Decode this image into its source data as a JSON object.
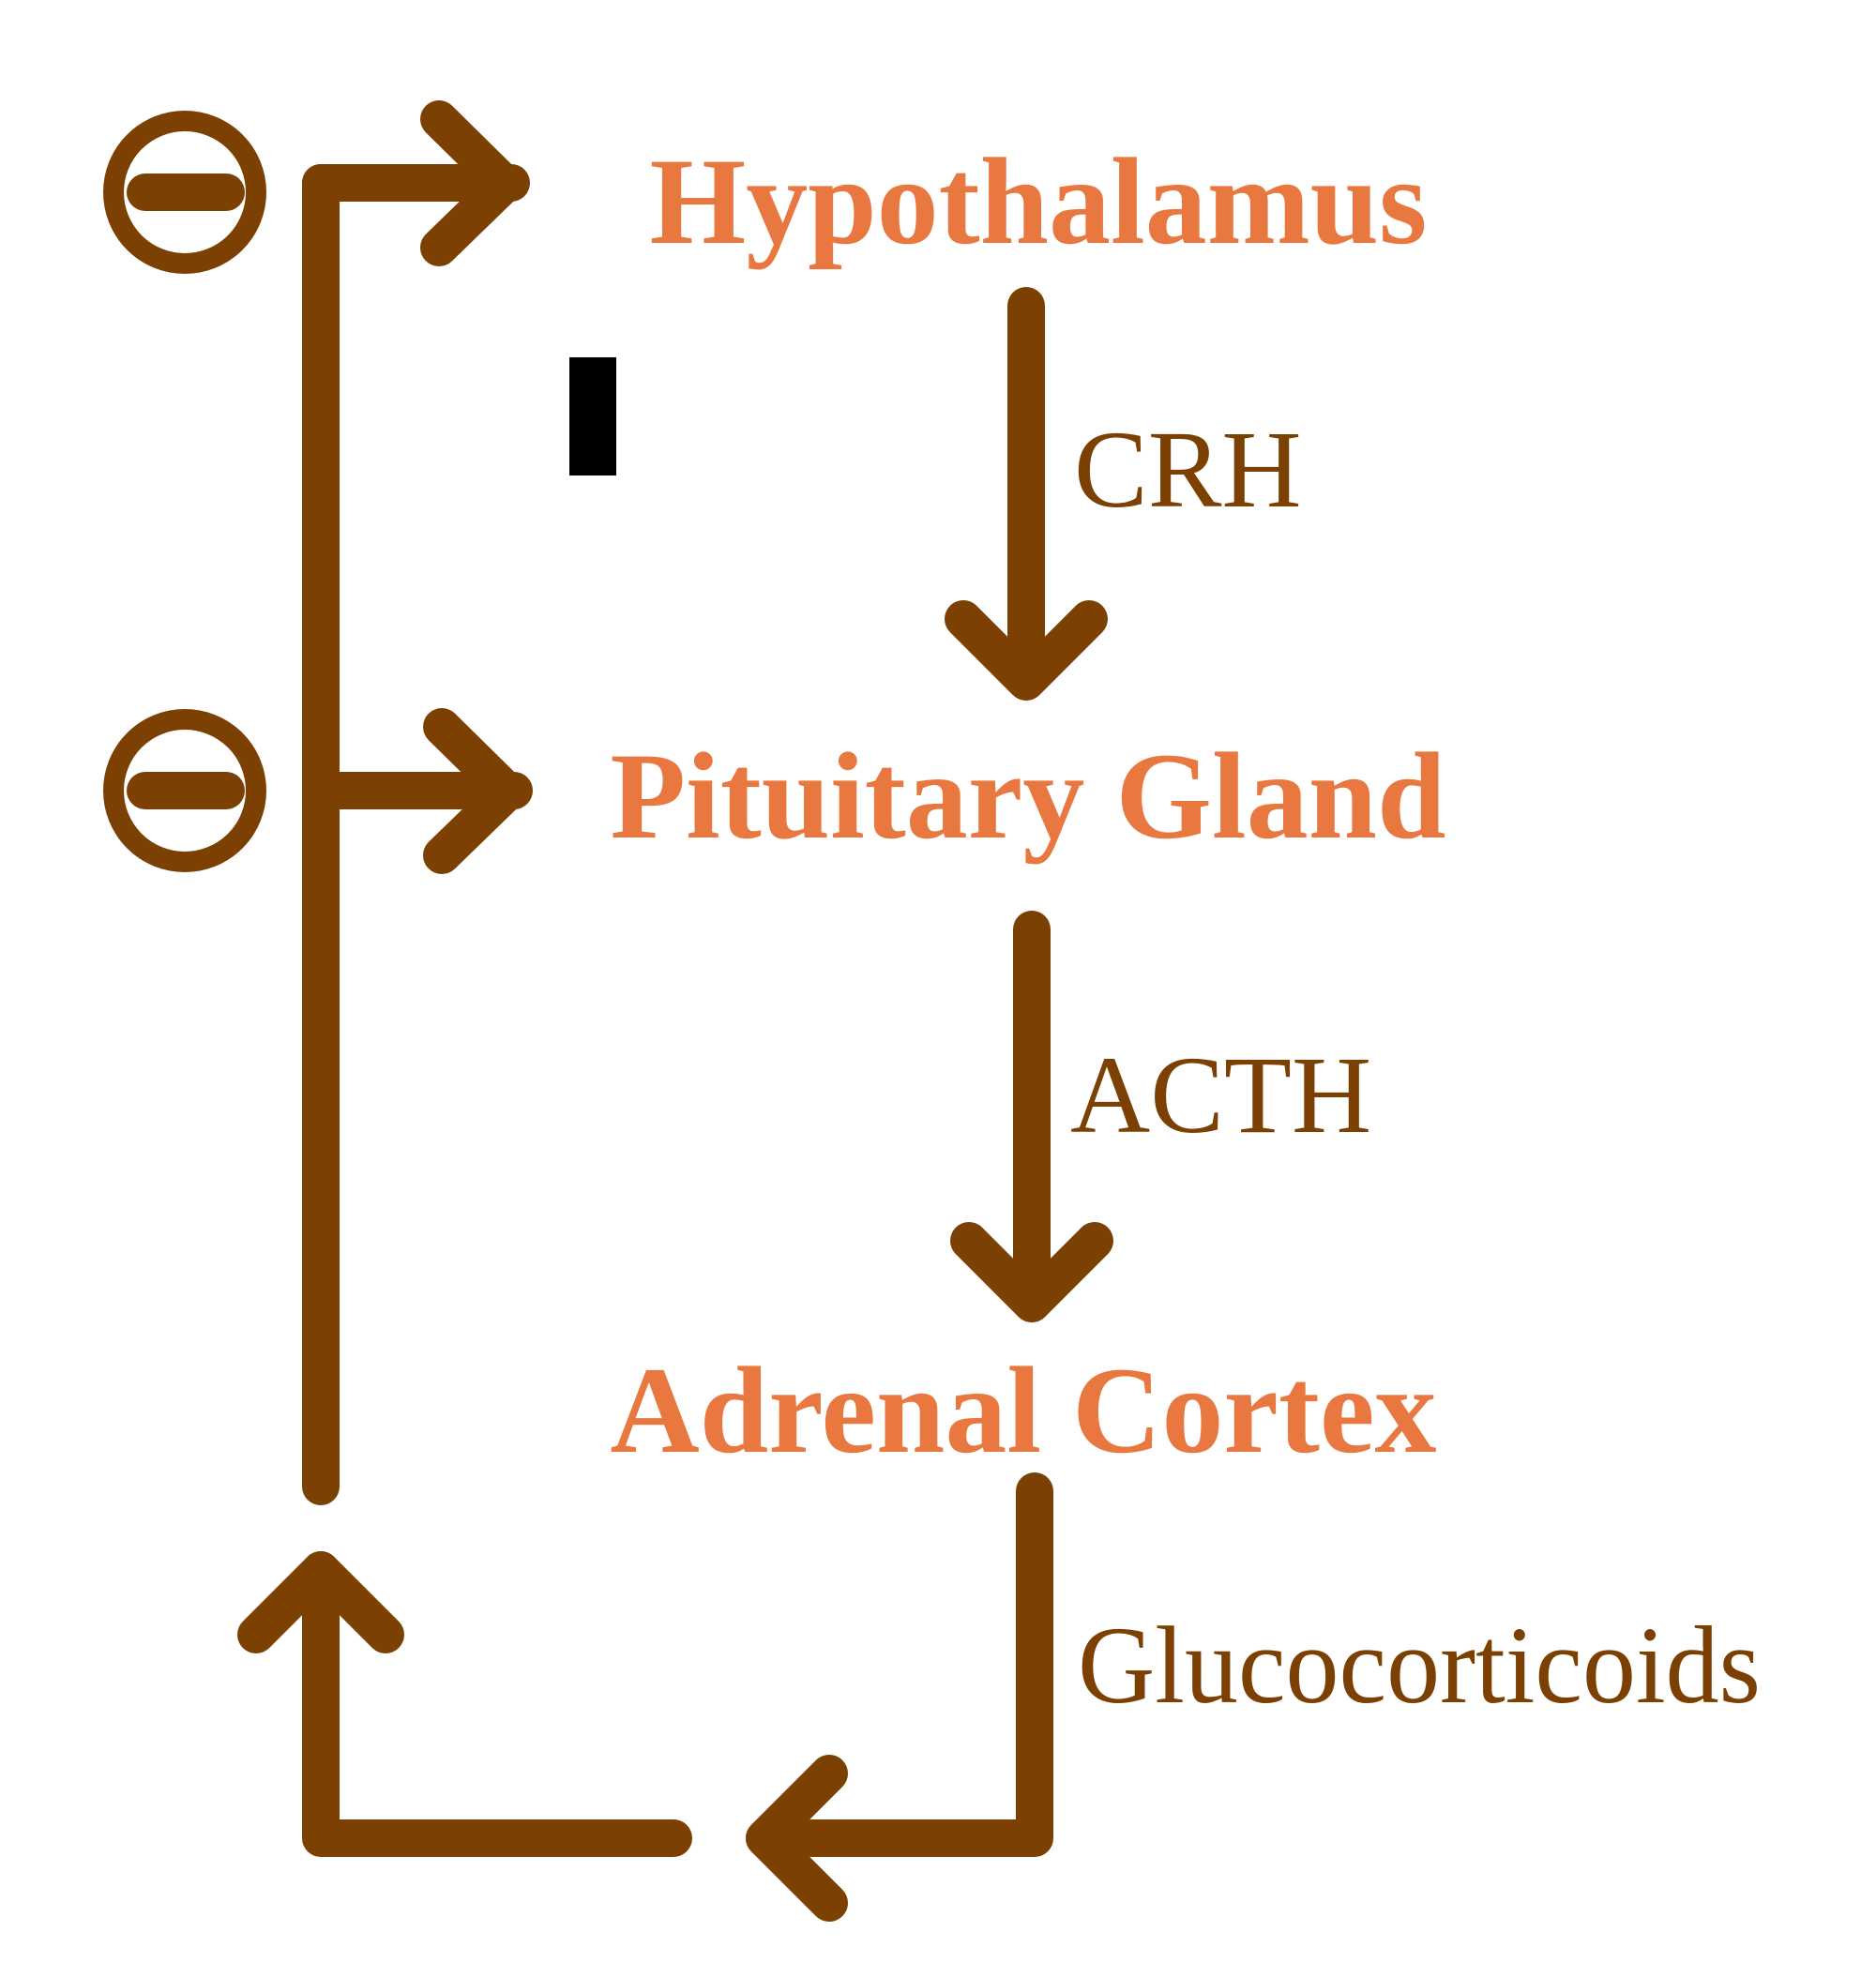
{
  "colors": {
    "organ_text": "#e8783f",
    "hormone_text": "#7b4002",
    "arrow": "#7b4002",
    "marker": "#000000",
    "background": "#ffffff"
  },
  "organs": {
    "hypothalamus": "Hypothalamus",
    "pituitary": "Pituitary Gland",
    "adrenal": "Adrenal Cortex"
  },
  "hormones": {
    "crh": "CRH",
    "acth": "ACTH",
    "glucocorticoids": "Glucocorticoids"
  },
  "feedback": {
    "symbol": "inhibition-icon"
  }
}
